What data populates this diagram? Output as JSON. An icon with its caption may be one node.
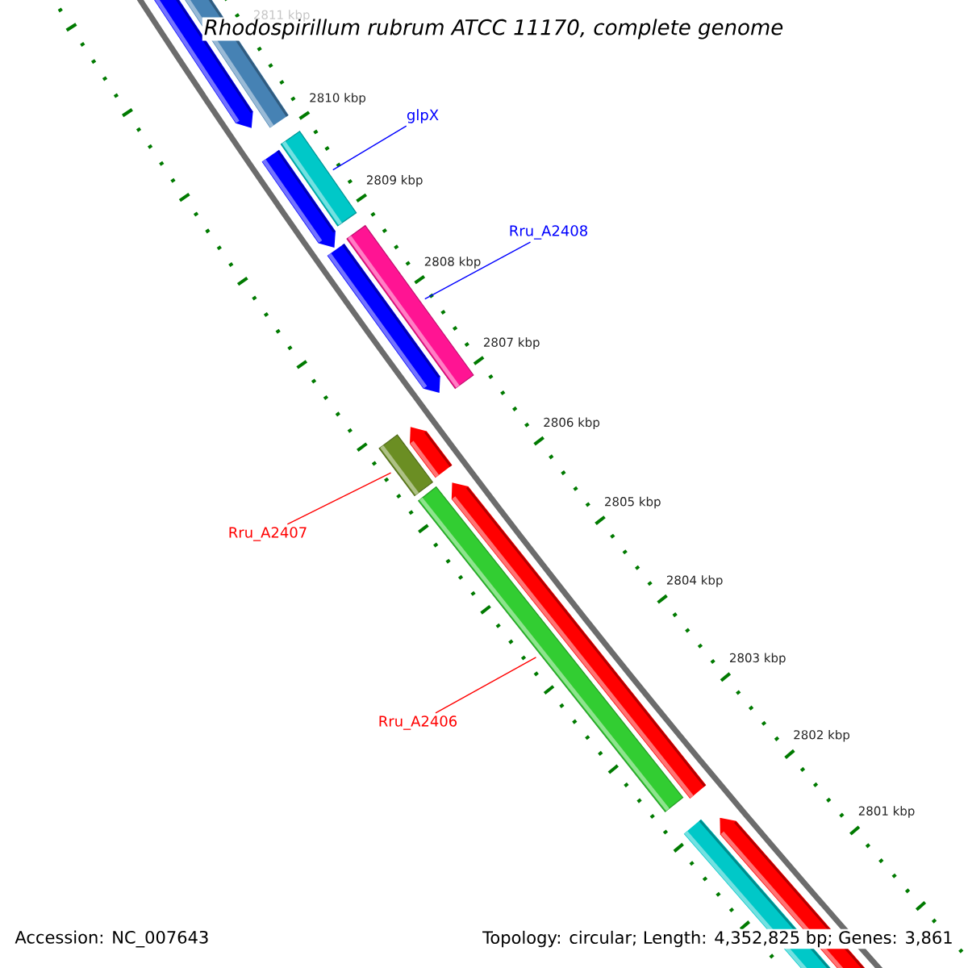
{
  "diagram": {
    "title": "Rhodospirillum rubrum ATCC 11170, complete genome",
    "nodes": [
      {
        "text": [
          "glpX"
        ]
      },
      {
        "text": [],
        "shape": "bar"
      },
      {
        "text": [
          "Rru_A2408"
        ]
      },
      {
        "text": [],
        "shape": "bar"
      },
      {
        "text": [
          "Rru_A2407"
        ]
      },
      {
        "text": [],
        "shape": "bar"
      },
      {
        "text": [
          "Rru_A2406"
        ]
      },
      {
        "text": [],
        "shape": "bar"
      }
    ],
    "edges": [
      {
        "from": 0,
        "to": 1,
        "arrow": "none",
        "color": "#0000ff"
      },
      {
        "from": 2,
        "to": 3,
        "arrow": "none",
        "color": "#0000ff"
      },
      {
        "from": 4,
        "to": 5,
        "arrow": "none",
        "color": "#ff0000"
      },
      {
        "from": 6,
        "to": 7,
        "arrow": "none",
        "color": "#ff0000"
      }
    ],
    "labels": [
      "2811 kbp",
      "2810 kbp",
      "2809 kbp",
      "2808 kbp",
      "2807 kbp",
      "2806 kbp",
      "2805 kbp",
      "2804 kbp",
      "2803 kbp",
      "2802 kbp",
      "2801 kbp",
      "Accession: NC_007643",
      "Topology: circular; Length: 4,352,825 bp; Genes: 3,861"
    ]
  }
}
